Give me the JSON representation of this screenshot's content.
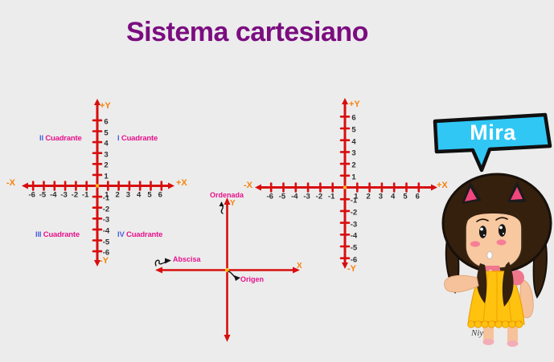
{
  "title": {
    "text": "Sistema cartesiano"
  },
  "planes": [
    {
      "id": "left",
      "axis_labels": {
        "pos_y": "+Y",
        "neg_y": "-Y",
        "pos_x": "+X",
        "neg_x": "-X"
      },
      "x_tick_labels": [
        "-6",
        "-5",
        "-4",
        "-3",
        "-2",
        "-1",
        "1",
        "2",
        "3",
        "4",
        "5",
        "6"
      ],
      "y_tick_labels": [
        "6",
        "5",
        "4",
        "3",
        "2",
        "1",
        "-1",
        "-2",
        "-3",
        "-4",
        "-5",
        "-6"
      ],
      "quadrants": [
        {
          "numeral": "II",
          "word": "Cuadrante"
        },
        {
          "numeral": "I",
          "word": "Cuadrante"
        },
        {
          "numeral": "III",
          "word": "Cuadrante"
        },
        {
          "numeral": "IV",
          "word": "Cuadrante"
        }
      ]
    },
    {
      "id": "right",
      "axis_labels": {
        "pos_y": "+Y",
        "neg_y": "-Y",
        "pos_x": "+X",
        "neg_x": "-X"
      },
      "x_tick_labels": [
        "-6",
        "-5",
        "-4",
        "-3",
        "-2",
        "-1",
        "1",
        "2",
        "3",
        "4",
        "5",
        "6"
      ],
      "y_tick_labels": [
        "6",
        "5",
        "4",
        "3",
        "2",
        "1",
        "-1",
        "-2",
        "-3",
        "-4",
        "-5",
        "-6"
      ],
      "quadrants": []
    }
  ],
  "mini_axes": {
    "y_label": "Y",
    "x_label": "X",
    "annotations": {
      "ordenada": "Ordenada",
      "abscisa": "Abscisa",
      "origen": "Origen"
    }
  },
  "speech_bubble": {
    "text": "Mira"
  },
  "character": {
    "signature": "Niy"
  },
  "colors": {
    "background": "#ECECEC",
    "title_purple": "#7B0D80",
    "axis_red": "#D80E0E",
    "label_orange": "#F6820C",
    "label_magenta": "#E6128C",
    "numeral_blue": "#4A63E0",
    "tick_text": "#2F2F2F",
    "bubble_cyan": "#31C7F5",
    "bubble_text": "#FFFFFF"
  }
}
